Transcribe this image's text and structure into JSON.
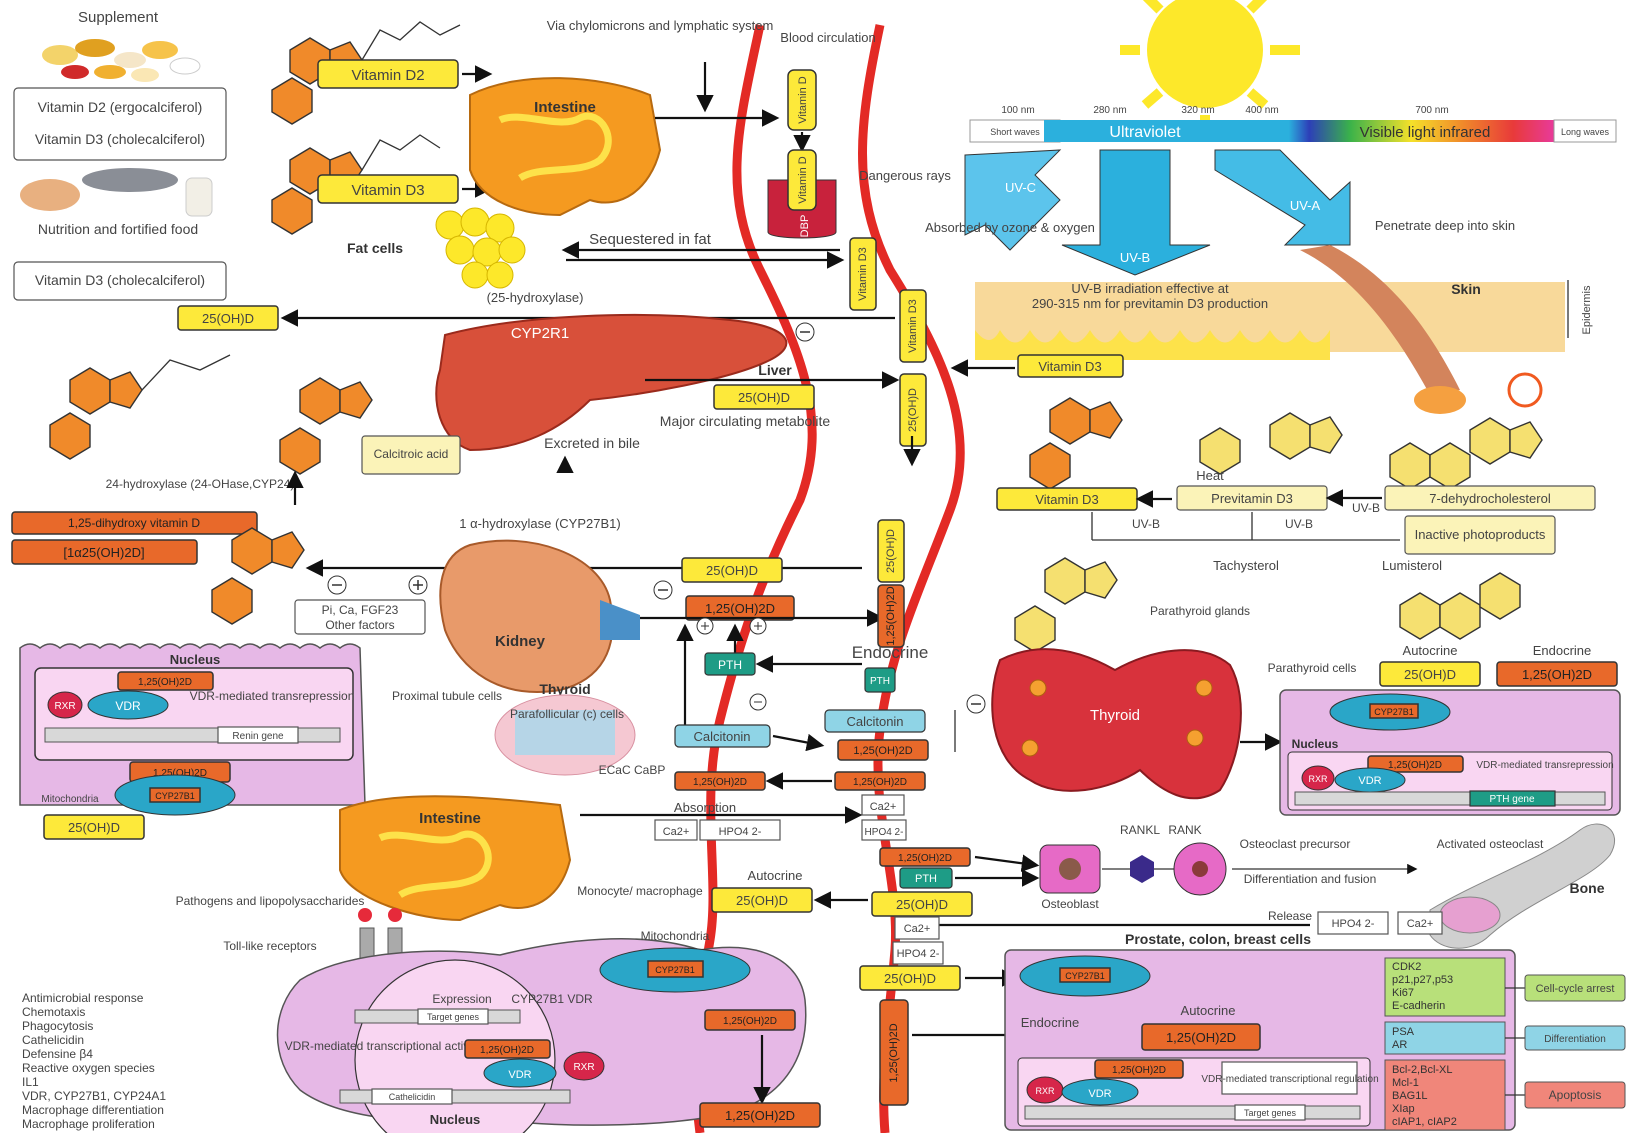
{
  "sources": {
    "supplement": "Supplement",
    "vitd2_ergo": "Vitamin D2 (ergocalciferol)",
    "vitd3_chole": "Vitamin D3 (cholecalciferol)",
    "nutrition": "Nutrition and fortified food",
    "nutrition_vitd3": "Vitamin D3 (cholecalciferol)",
    "vitamin_d2": "Vitamin D2",
    "vitamin_d3": "Vitamin D3",
    "fat_cells": "Fat cells",
    "sequestered": "Sequestered in fat",
    "hydroxylase25": "(25-hydroxylase)",
    "intestine": "Intestine",
    "via_chylo": "Via chylomicrons and lymphatic system",
    "blood_circulation": "Blood circulation",
    "vit_d": "Vitamin D",
    "dbp": "DBP"
  },
  "spectrum": {
    "ticks": [
      "100 nm",
      "280 nm",
      "320 nm",
      "400 nm",
      "700 nm"
    ],
    "short_waves": "Short waves",
    "ultraviolet": "Ultraviolet",
    "visible_ir": "Visible light infrared",
    "long_waves": "Long waves",
    "uvc": "UV-C",
    "uvb": "UV-B",
    "uva": "UV-A",
    "dangerous": "Dangerous rays",
    "absorbed": "Absorbed by ozone & oxygen",
    "penetrate": "Penetrate deep into skin",
    "uvb_effective_1": "UV-B irradiation effective at",
    "uvb_effective_2": "290-315 nm for previtamin D3 production",
    "skin": "Skin",
    "epidermis": "Epidermis",
    "skin_vitd3": "Vitamin D3"
  },
  "liver": {
    "ohd25": "25(OH)D",
    "cyp2r1": "CYP2R1",
    "liver": "Liver",
    "major_circ_value": "25(OH)D",
    "major_circ": "Major circulating metabolite",
    "calcitroic": "Calcitroic acid",
    "bile": "Excreted in bile",
    "hydroxylase24": "24-hydroxylase (24-OHase,CYP24)",
    "dihydroxy": "1,25-dihydroxy vitamin D",
    "dihydroxy_formula": "[1α25(OH)2D]",
    "vitd3_blood": "Vitamin D3",
    "ohd_blood": "25(OH)D"
  },
  "photochem": {
    "heat": "Heat",
    "vitd3": "Vitamin D3",
    "previt": "Previtamin D3",
    "dhc": "7-dehydrocholesterol",
    "uvb_a": "UV-B",
    "uvb_b": "UV-B",
    "uvb_c": "UV-B",
    "inactive": "Inactive photoproducts",
    "tachysterol": "Tachysterol",
    "lumisterol": "Lumisterol"
  },
  "kidney": {
    "alpha_hydroxylase": "1 α-hydroxylase (CYP27B1)",
    "ohd25": "25(OH)D",
    "dihydroxy": "1,25(OH)2D",
    "factors1": "Pi, Ca, FGF23",
    "factors2": "Other factors",
    "kidney": "Kidney",
    "proximal": "Proximal tubule cells",
    "endocrine": "Endocrine",
    "pth": "PTH",
    "blood_ohd": "25(OH)D",
    "blood_di": "1,25(OH)2D"
  },
  "nucleus_left": {
    "title": "Nucleus",
    "dihydroxy": "1,25(OH)2D",
    "rxr": "RXR",
    "vdr": "VDR",
    "vdr_med": "VDR-mediated transrepression",
    "renin": "Renin gene",
    "mito_di": "1,25(OH)2D",
    "mitochondria": "Mitochondria",
    "cyp": "CYP27B1",
    "ohd": "25(OH)D"
  },
  "thyroid": {
    "thyroid_small": "Thyroid",
    "parafollicular": "Parafollicular (c) cells",
    "calcitonin": "Calcitonin",
    "calcitonin2": "Calcitonin",
    "dihydroxy": "1,25(OH)2D",
    "parathyroid_glands": "Parathyroid glands",
    "thyroid_big": "Thyroid",
    "ecac": "ECaC CaBP",
    "absorption": "Absorption",
    "di_a": "1,25(OH)2D",
    "di_b": "1,25(OH)2D",
    "ca": "Ca2+",
    "hpo": "HPO4 2-",
    "ca_blood": "Ca2+",
    "hpo_blood": "HPO4 2-",
    "intestine2": "Intestine"
  },
  "parathyroid_cell": {
    "label": "Parathyroid cells",
    "autocrine": "Autocrine",
    "endocrine": "Endocrine",
    "ohd": "25(OH)D",
    "di": "1,25(OH)2D",
    "cyp": "CYP27B1",
    "nucleus": "Nucleus",
    "rxr": "RXR",
    "di_inner": "1,25(OH)2D",
    "vdr": "VDR",
    "vdr_med": "VDR-mediated transrepression",
    "pth_gene": "PTH gene"
  },
  "bone": {
    "rankl": "RANKL",
    "rank": "RANK",
    "osteoclast_prec": "Osteoclast precursor",
    "activated": "Activated osteoclast",
    "osteoblast": "Osteoblast",
    "diff_fusion": "Differentiation and fusion",
    "bone": "Bone",
    "release": "Release",
    "hpo": "HPO4 2-",
    "ca": "Ca2+",
    "di": "1,25(OH)2D",
    "pth": "PTH",
    "ohd": "25(OH)D",
    "ca_blood": "Ca2+",
    "hpo_blood": "HPO4 2-"
  },
  "immune": {
    "pathogens": "Pathogens and lipopolysaccharides",
    "toll": "Toll-like receptors",
    "monocyte": "Monocyte/ macrophage",
    "autocrine": "Autocrine",
    "ohd": "25(OH)D",
    "mitochondria": "Mitochondria",
    "cyp": "CYP27B1",
    "expression": "Expression",
    "cyp_vdr": "CYP27B1 VDR",
    "target": "Target genes",
    "di": "1,25(OH)2D",
    "vdr_med": "VDR-mediated transcriptional activation",
    "di_inner": "1,25(OH)2D",
    "vdr": "VDR",
    "rxr": "RXR",
    "cathelicidin": "Cathelicidin",
    "nucleus": "Nucleus",
    "di_out": "1,25(OH)2D",
    "responses": [
      "Antimicrobial response",
      "Chemotaxis",
      "Phagocytosis",
      "Cathelicidin",
      "Defensine β4",
      "Reactive oxygen species",
      "IL1",
      "VDR, CYP27B1, CYP24A1",
      "Macrophage differentiation",
      "Macrophage proliferation"
    ]
  },
  "prostate": {
    "title": "Prostate, colon, breast cells",
    "cyp": "CYP27B1",
    "autocrine": "Autocrine",
    "endocrine": "Endocrine",
    "di": "1,25(OH)2D",
    "ohd_blood": "25(OH)D",
    "di_blood": "1,25(OH)2D",
    "rxr": "RXR",
    "di_inner": "1,25(OH)2D",
    "vdr": "VDR",
    "vdr_med": "VDR-mediated transcriptional regulation",
    "target": "Target genes",
    "genes1": [
      "CDK2",
      "p21,p27,p53",
      "Ki67",
      "E-cadherin"
    ],
    "genes2": [
      "PSA",
      "AR"
    ],
    "genes3": [
      "Bcl-2,Bcl-XL",
      "Mcl-1",
      "BAG1L",
      "XIap",
      "cIAP1, cIAP2"
    ],
    "outcome1": "Cell-cycle arrest",
    "outcome2": "Differentiation",
    "outcome3": "Apoptosis"
  },
  "colors": {
    "blood": "#e32a25",
    "orange": "#e8692a",
    "yellow": "#fde93a",
    "cell": "#e6b8e6",
    "uv": "#2bb0dd"
  }
}
